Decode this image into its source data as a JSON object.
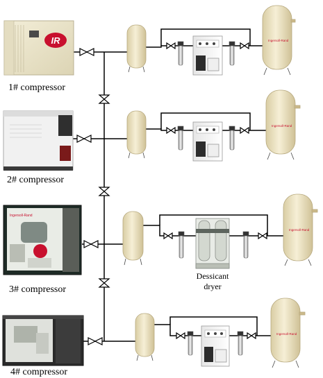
{
  "compressors": [
    {
      "label": "1# compressor"
    },
    {
      "label": "2# compressor"
    },
    {
      "label": "3# compressor"
    },
    {
      "label": "4# compressor"
    }
  ],
  "dessicant_dryer": {
    "line1": "Dessicant",
    "line2": "dryer"
  },
  "logos": {
    "ir": "IR",
    "brand": "Ingersoll-Rand"
  },
  "colors": {
    "pipe": "#000000",
    "tank": "#efe6c8",
    "tank_shade": "#d8cba2",
    "valve": "#ffffff",
    "cabinet_beige": "#ece6cc",
    "cabinet_white": "#f2f2f2",
    "cabinet_dark": "#2a2a2a",
    "brand_red": "#c8102e"
  }
}
